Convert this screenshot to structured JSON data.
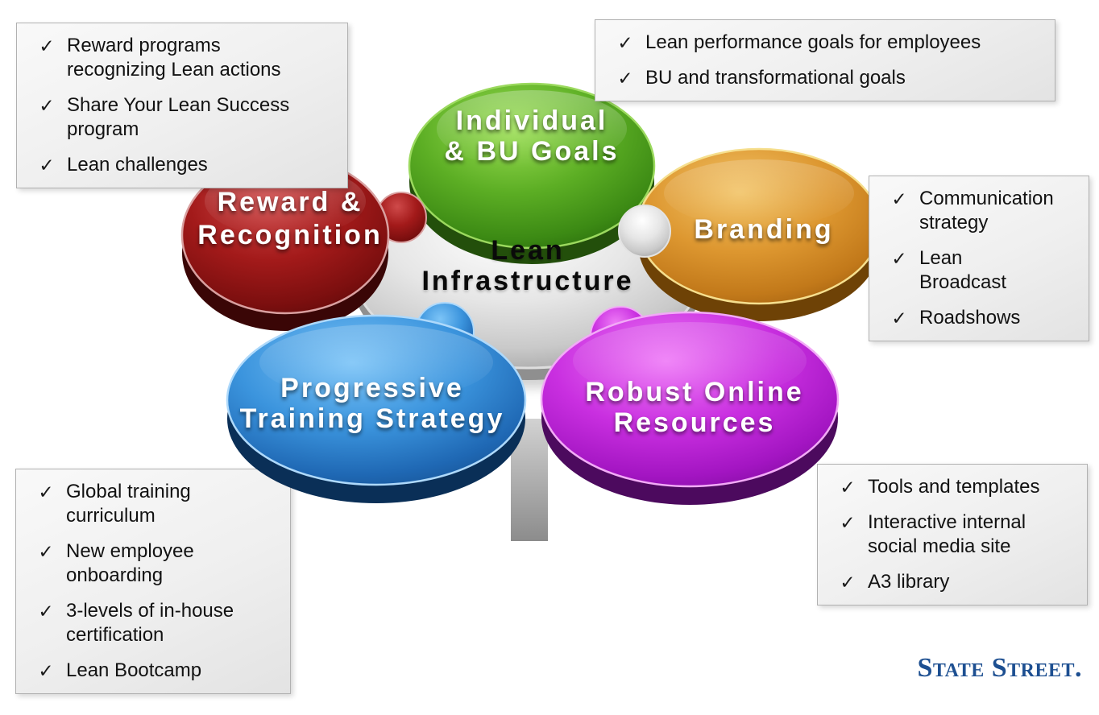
{
  "checkmark": "✓",
  "diagram": {
    "center": {
      "line1": "Lean",
      "line2": "Infrastructure",
      "color": "#c8c8c8"
    },
    "goals": {
      "line1": "Individual",
      "line2": "& BU Goals",
      "color": "#4e9a1f"
    },
    "branding": {
      "label": "Branding",
      "color": "#d3861c"
    },
    "reward": {
      "line1": "Reward &",
      "line2": "Recognition",
      "color": "#8e1111"
    },
    "training": {
      "line1": "Progressive",
      "line2": "Training Strategy",
      "color": "#2e89d8"
    },
    "resources": {
      "line1": "Robust Online",
      "line2": "Resources",
      "color": "#bb1fd7"
    }
  },
  "callouts": {
    "top_left": {
      "items": [
        "Reward programs\nrecognizing Lean actions",
        "Share Your Lean Success\nprogram",
        "Lean challenges"
      ]
    },
    "top_right": {
      "items": [
        "Lean performance goals for employees",
        "BU and transformational goals"
      ]
    },
    "right": {
      "items": [
        "Communication\nstrategy",
        "Lean\nBroadcast",
        "Roadshows"
      ]
    },
    "bottom_right": {
      "items": [
        "Tools and templates",
        "Interactive internal\nsocial media site",
        "A3 library"
      ]
    },
    "bottom_left": {
      "items": [
        "Global training\ncurriculum",
        "New employee\nonboarding",
        "3-levels of in-house\ncertification",
        "Lean Bootcamp"
      ]
    }
  },
  "logo": {
    "text": "State Street.",
    "color": "#1d4f91"
  }
}
